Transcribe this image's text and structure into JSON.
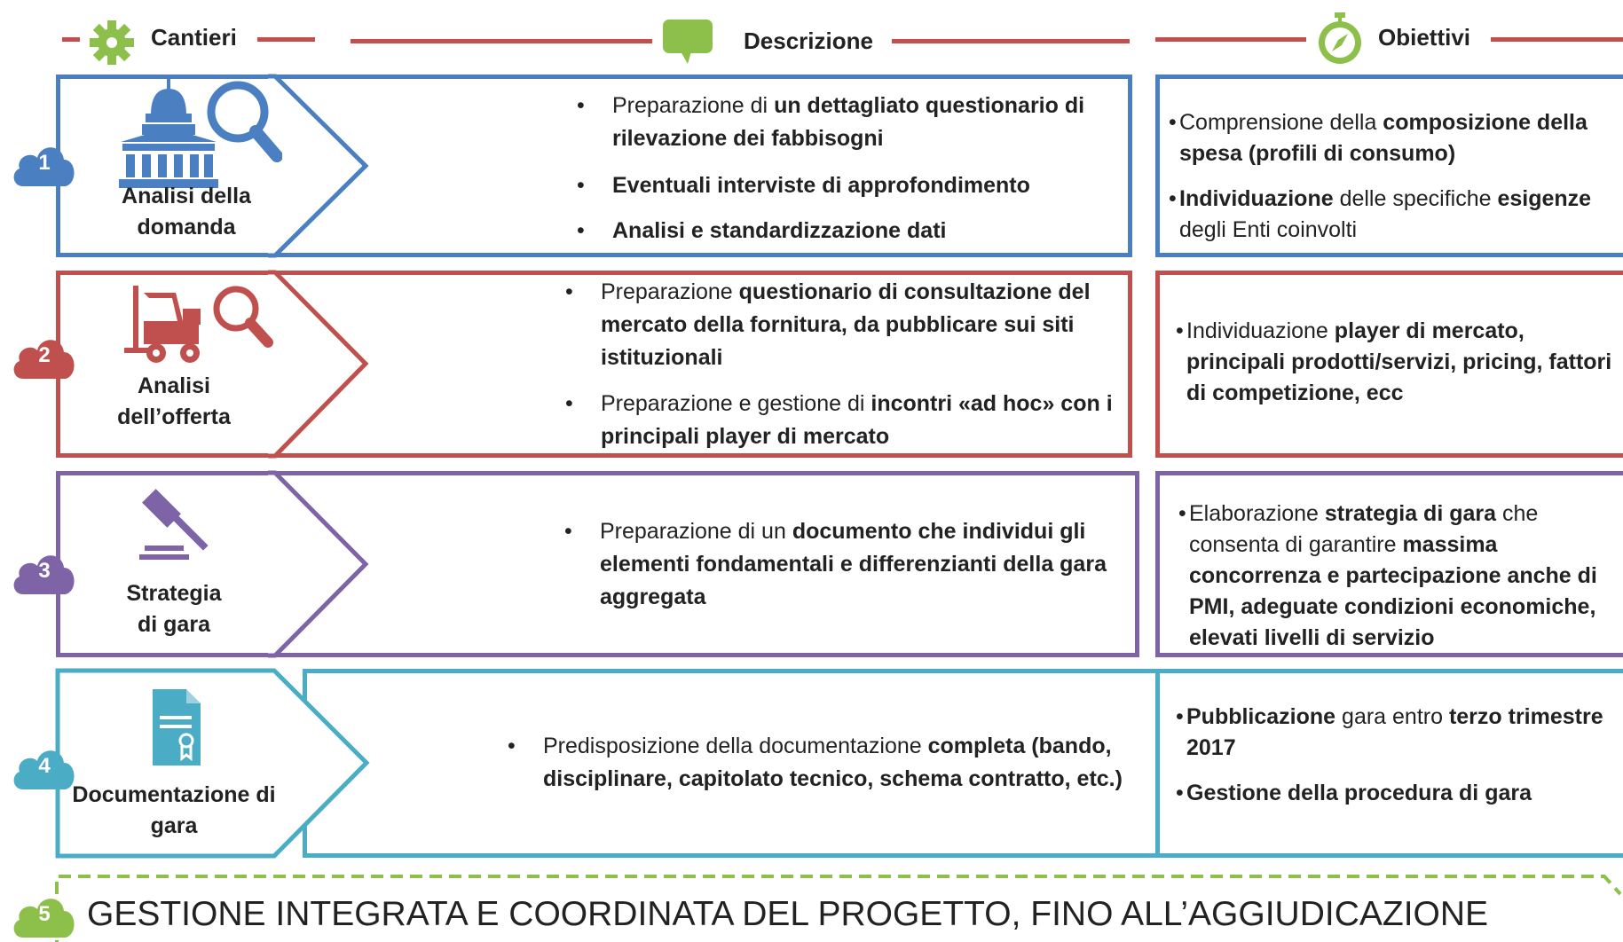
{
  "header": {
    "cantieri": "Cantieri",
    "descrizione": "Descrizione",
    "obiettivi": "Obiettivi"
  },
  "colors": {
    "header_line": "#c0504d",
    "header_icon": "#8cc04a",
    "row1": "#4a7fc1",
    "row2": "#c0504d",
    "row3": "#7e64a7",
    "row4": "#4bacc6",
    "row5": "#8cc04a"
  },
  "rows": [
    {
      "num": "1",
      "icon": "building-search-icon",
      "label_line1": "Analisi della",
      "label_line2": "domanda",
      "description": [
        [
          {
            "t": "Preparazione di ",
            "b": false
          },
          {
            "t": "un dettagliato questionario di rilevazione dei fabbisogni",
            "b": true
          }
        ],
        [
          {
            "t": "Eventuali interviste di approfondimento",
            "b": true
          }
        ],
        [
          {
            "t": "Analisi e standardizzazione dati",
            "b": true
          }
        ]
      ],
      "objectives": [
        [
          {
            "t": "Comprensione della ",
            "b": false
          },
          {
            "t": "composizione della spesa (profili di consumo)",
            "b": true
          }
        ],
        [
          {
            "t": "Individuazione",
            "b": true
          },
          {
            "t": " delle specifiche ",
            "b": false
          },
          {
            "t": "esigenze",
            "b": true
          },
          {
            "t": " degli Enti  coinvolti",
            "b": false
          }
        ]
      ]
    },
    {
      "num": "2",
      "icon": "forklift-search-icon",
      "label_line1": "Analisi",
      "label_line2": "dell’offerta",
      "description": [
        [
          {
            "t": "Preparazione ",
            "b": false
          },
          {
            "t": "questionario di consultazione del mercato della fornitura, da pubblicare sui siti istituzionali",
            "b": true
          }
        ],
        [
          {
            "t": "Preparazione e gestione di ",
            "b": false
          },
          {
            "t": "incontri «ad hoc» con i principali player di mercato",
            "b": true
          }
        ]
      ],
      "objectives": [
        [
          {
            "t": "Individuazione ",
            "b": false
          },
          {
            "t": "player di mercato, principali prodotti/servizi, pricing, fattori di competizione, ecc",
            "b": true
          }
        ]
      ]
    },
    {
      "num": "3",
      "icon": "gavel-icon",
      "label_line1": "Strategia",
      "label_line2": "di gara",
      "description": [
        [
          {
            "t": "Preparazione di un ",
            "b": false
          },
          {
            "t": "documento che individui gli elementi fondamentali e differenzianti della gara aggregata",
            "b": true
          }
        ]
      ],
      "objectives": [
        [
          {
            "t": "Elaborazione ",
            "b": false
          },
          {
            "t": "strategia di gara",
            "b": true
          },
          {
            "t": " che consenta di garantire ",
            "b": false
          },
          {
            "t": "massima concorrenza e partecipazione anche di PMI, adeguate condizioni economiche, elevati livelli di servizio",
            "b": true
          }
        ]
      ]
    },
    {
      "num": "4",
      "icon": "certificate-document-icon",
      "label_line1": "Documentazione di",
      "label_line2": "gara",
      "description": [
        [
          {
            "t": "Predisposizione della documentazione ",
            "b": false
          },
          {
            "t": "completa (bando, disciplinare, capitolato tecnico, schema contratto, etc.)",
            "b": true
          }
        ]
      ],
      "objectives": [
        [
          {
            "t": "Pubblicazione",
            "b": true
          },
          {
            "t": " gara entro ",
            "b": false
          },
          {
            "t": "terzo trimestre 2017",
            "b": true
          }
        ],
        [
          {
            "t": "Gestione della procedura di gara",
            "b": true
          }
        ]
      ]
    }
  ],
  "footer": {
    "num": "5",
    "text": "GESTIONE INTEGRATA E COORDINATA DEL PROGETTO, FINO ALL’AGGIUDICAZIONE"
  }
}
